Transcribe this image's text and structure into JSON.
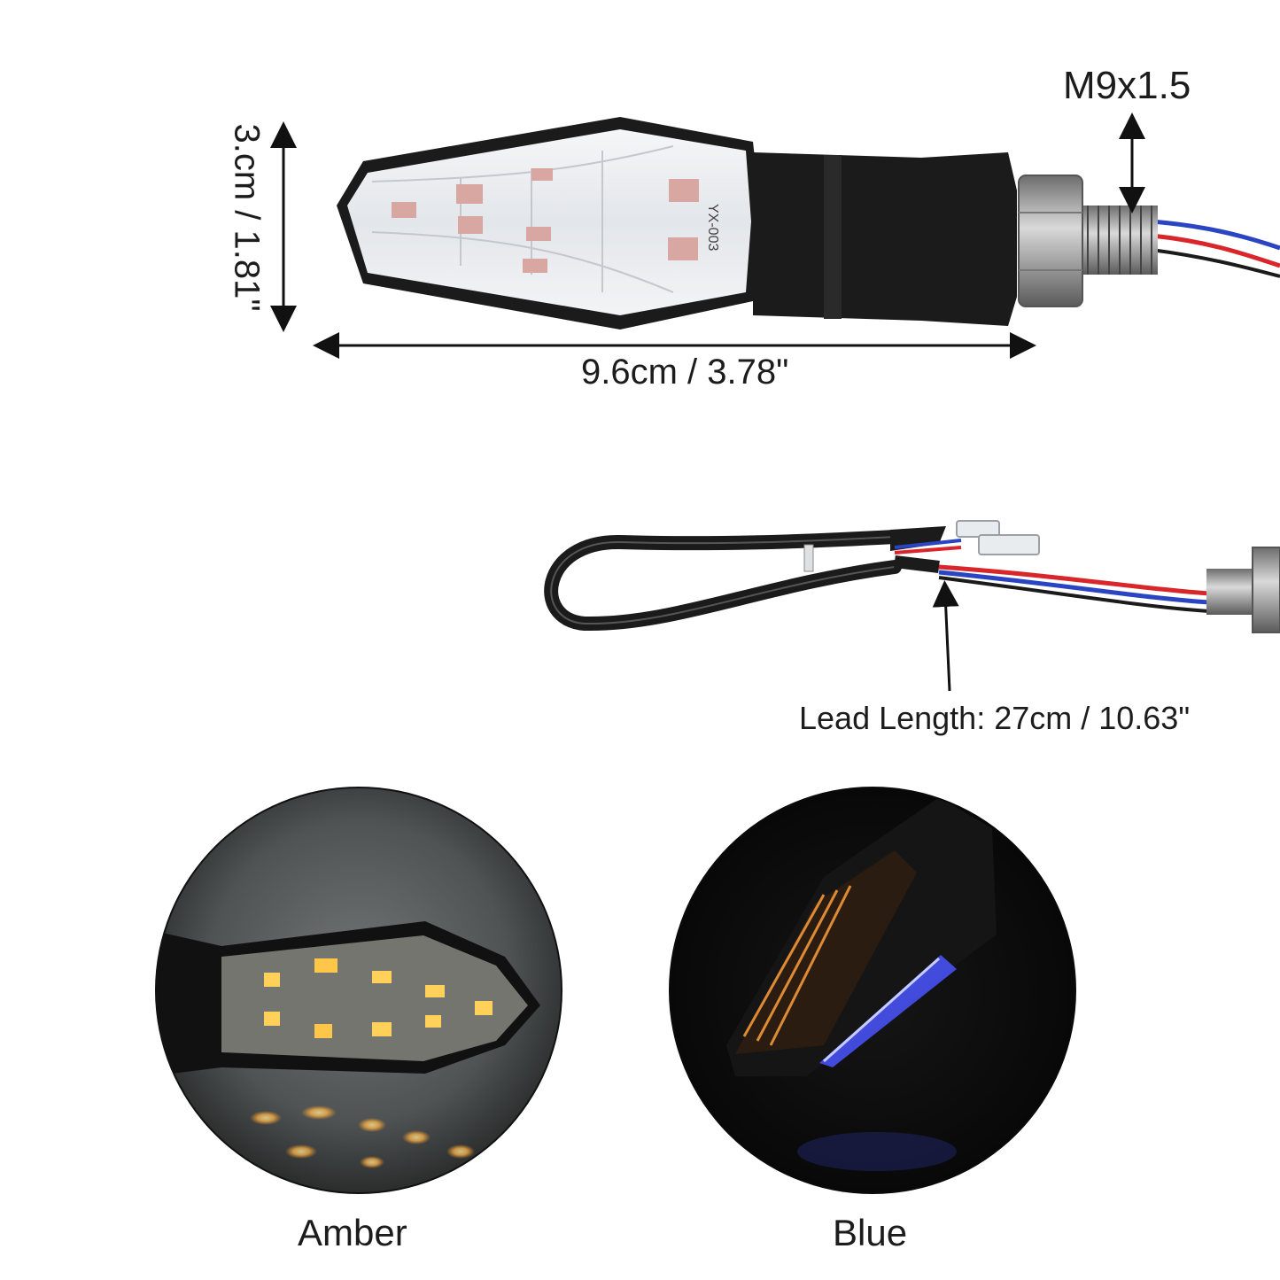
{
  "product_labels": {
    "model_marking": "YX-003"
  },
  "dimensions": {
    "thread": "M9x1.5",
    "height": "3.cm / 1.81\"",
    "length": "9.6cm / 3.78\"",
    "lead_length": "Lead Length: 27cm / 10.63\""
  },
  "modes": [
    {
      "label": "Amber"
    },
    {
      "label": "Blue"
    }
  ],
  "colors": {
    "amber_led": "#ffb347",
    "blue_led": "#4a55ff",
    "wire_red": "#d8262b",
    "wire_blue": "#2b45c2",
    "housing": "#1b1b1b"
  }
}
